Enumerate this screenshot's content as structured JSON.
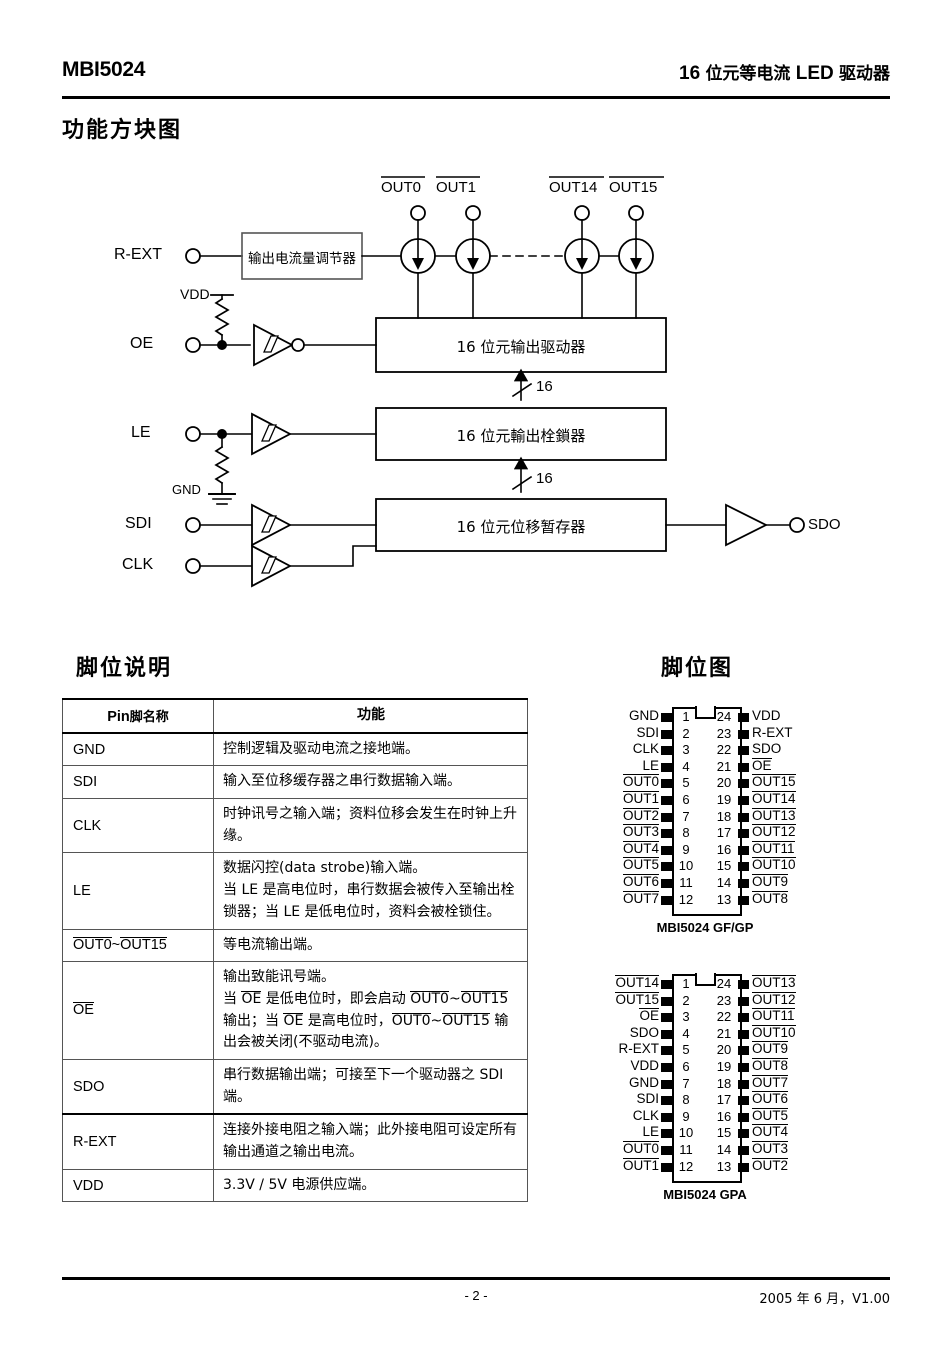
{
  "header": {
    "part_number": "MBI5024",
    "title_num": "16",
    "title_cn1": "位元等电流",
    "title_led": "LED",
    "title_cn2": "驱动器"
  },
  "sections": {
    "block_diagram_title": "功能方块图",
    "pin_description_title": "脚位说明",
    "pin_config_title": "脚位图"
  },
  "block_diagram": {
    "inputs": [
      {
        "name": "R-EXT"
      },
      {
        "name": "OE"
      },
      {
        "name": "LE"
      },
      {
        "name": "SDI"
      },
      {
        "name": "CLK"
      }
    ],
    "output_pin": "SDO",
    "supply_label": "VDD",
    "ground_label": "GND",
    "current_regulator": "输出电流量调节器",
    "output_driver": "16 位元输出驱动器",
    "output_latch": "16 位元輸出栓鎖器",
    "shift_register": "16 位元位移暂存器",
    "bus_width_1": "16",
    "bus_width_2": "16",
    "out_labels": [
      "OUT0",
      "OUT1",
      "OUT14",
      "OUT15"
    ]
  },
  "pin_table": {
    "headers": {
      "col1_pin": "Pin",
      "col1_cn": "脚名称",
      "col2": "功能"
    },
    "rows": [
      {
        "pin": "GND",
        "overline": false,
        "lines": [
          {
            "text": "控制逻辑及驱动电流之接地端。"
          }
        ]
      },
      {
        "pin": "SDI",
        "overline": false,
        "lines": [
          {
            "text": "输入至位移缓存器之串行数据输入端。"
          }
        ]
      },
      {
        "pin": "CLK",
        "overline": false,
        "lines": [
          {
            "text": "时钟讯号之输入端；资料位移会发生在时钟上升缘。"
          }
        ]
      },
      {
        "pin": "LE",
        "overline": false,
        "lines": [
          {
            "text": "数据闪控(data strobe)输入端。"
          },
          {
            "text": "当 LE 是高电位时，串行数据会被传入至输出栓锁器；当 LE 是低电位时，资料会被栓锁住。"
          }
        ]
      },
      {
        "pin": "OUT0~OUT15",
        "overline": true,
        "lines": [
          {
            "text": "等电流输出端。"
          }
        ]
      },
      {
        "pin": "OE",
        "overline": true,
        "lines": [
          {
            "text": "输出致能讯号端。"
          },
          {
            "text": "当 OE 是低电位时，即会启动 OUT0~OUT15 输出；当 OE 是高电位时，OUT0~OUT15 输出会被关闭(不驱动电流)。"
          }
        ]
      },
      {
        "pin": "SDO",
        "overline": false,
        "lines": [
          {
            "text": "串行数据输出端；可接至下一个驱动器之 SDI 端。"
          }
        ]
      },
      {
        "pin": "R-EXT",
        "overline": false,
        "lines": [
          {
            "text": "连接外接电阻之输入端；此外接电阻可设定所有输出通道之输出电流。"
          }
        ]
      },
      {
        "pin": "VDD",
        "overline": false,
        "lines": [
          {
            "text": "3.3V / 5V 电源供应端。"
          }
        ]
      }
    ]
  },
  "pin_figures": [
    {
      "caption": "MBI5024 GF/GP",
      "left": [
        {
          "num": "1",
          "label": "GND",
          "overline": false
        },
        {
          "num": "2",
          "label": "SDI",
          "overline": false
        },
        {
          "num": "3",
          "label": "CLK",
          "overline": false
        },
        {
          "num": "4",
          "label": "LE",
          "overline": false
        },
        {
          "num": "5",
          "label": "OUT0",
          "overline": true
        },
        {
          "num": "6",
          "label": "OUT1",
          "overline": true
        },
        {
          "num": "7",
          "label": "OUT2",
          "overline": true
        },
        {
          "num": "8",
          "label": "OUT3",
          "overline": true
        },
        {
          "num": "9",
          "label": "OUT4",
          "overline": true
        },
        {
          "num": "10",
          "label": "OUT5",
          "overline": true
        },
        {
          "num": "11",
          "label": "OUT6",
          "overline": true
        },
        {
          "num": "12",
          "label": "OUT7",
          "overline": true
        }
      ],
      "right": [
        {
          "num": "24",
          "label": "VDD",
          "overline": false
        },
        {
          "num": "23",
          "label": "R-EXT",
          "overline": false
        },
        {
          "num": "22",
          "label": "SDO",
          "overline": false
        },
        {
          "num": "21",
          "label": "OE",
          "overline": true
        },
        {
          "num": "20",
          "label": "OUT15",
          "overline": true
        },
        {
          "num": "19",
          "label": "OUT14",
          "overline": true
        },
        {
          "num": "18",
          "label": "OUT13",
          "overline": true
        },
        {
          "num": "17",
          "label": "OUT12",
          "overline": true
        },
        {
          "num": "16",
          "label": "OUT11",
          "overline": true
        },
        {
          "num": "15",
          "label": "OUT10",
          "overline": true
        },
        {
          "num": "14",
          "label": "OUT9",
          "overline": true
        },
        {
          "num": "13",
          "label": "OUT8",
          "overline": true
        }
      ]
    },
    {
      "caption": "MBI5024 GPA",
      "left": [
        {
          "num": "1",
          "label": "OUT14",
          "overline": true
        },
        {
          "num": "2",
          "label": "OUT15",
          "overline": true
        },
        {
          "num": "3",
          "label": "OE",
          "overline": true
        },
        {
          "num": "4",
          "label": "SDO",
          "overline": false
        },
        {
          "num": "5",
          "label": "R-EXT",
          "overline": false
        },
        {
          "num": "6",
          "label": "VDD",
          "overline": false
        },
        {
          "num": "7",
          "label": "GND",
          "overline": false
        },
        {
          "num": "8",
          "label": "SDI",
          "overline": false
        },
        {
          "num": "9",
          "label": "CLK",
          "overline": false
        },
        {
          "num": "10",
          "label": "LE",
          "overline": false
        },
        {
          "num": "11",
          "label": "OUT0",
          "overline": true
        },
        {
          "num": "12",
          "label": "OUT1",
          "overline": true
        }
      ],
      "right": [
        {
          "num": "24",
          "label": "OUT13",
          "overline": true
        },
        {
          "num": "23",
          "label": "OUT12",
          "overline": true
        },
        {
          "num": "22",
          "label": "OUT11",
          "overline": true
        },
        {
          "num": "21",
          "label": "OUT10",
          "overline": true
        },
        {
          "num": "20",
          "label": "OUT9",
          "overline": true
        },
        {
          "num": "19",
          "label": "OUT8",
          "overline": true
        },
        {
          "num": "18",
          "label": "OUT7",
          "overline": true
        },
        {
          "num": "17",
          "label": "OUT6",
          "overline": true
        },
        {
          "num": "16",
          "label": "OUT5",
          "overline": true
        },
        {
          "num": "15",
          "label": "OUT4",
          "overline": true
        },
        {
          "num": "14",
          "label": "OUT3",
          "overline": true
        },
        {
          "num": "13",
          "label": "OUT2",
          "overline": true
        }
      ]
    }
  ],
  "footer": {
    "page": "- 2 -",
    "revision": "2005 年 6 月，V1.00"
  }
}
